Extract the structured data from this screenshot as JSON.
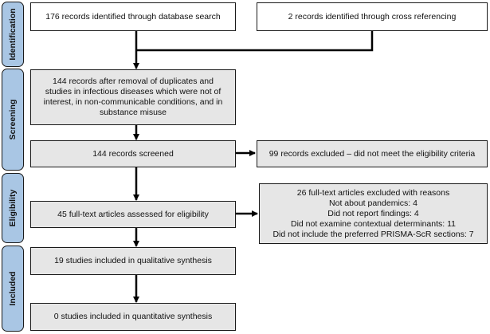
{
  "stages": {
    "identification": "Identification",
    "screening": "Screening",
    "eligibility": "Eligibility",
    "included": "Included"
  },
  "boxes": {
    "db_search": "176 records identified through database search",
    "cross_ref": "2 records identified through cross referencing",
    "after_removal": [
      "144 records after removal of duplicates and",
      "studies in infectious diseases which were not of",
      "interest, in non-communicable conditions, and in",
      "substance misuse"
    ],
    "screened": "144 records screened",
    "excluded": "99 records excluded – did not meet the eligibility criteria",
    "fulltext_assessed": "45 full-text articles assessed for eligibility",
    "fulltext_excluded": [
      "26 full-text articles excluded with reasons",
      "Not about pandemics: 4",
      "Did not report findings: 4",
      "Did not examine contextual determinants: 11",
      "Did not include the preferred PRISMA-ScR sections: 7"
    ],
    "qualitative": "19 studies included in qualitative synthesis",
    "quantitative": "0 studies included in quantitative synthesis"
  },
  "colors": {
    "stage_fill": "#a9c6e4",
    "box_fill": "#e6e6e6",
    "line": "#000000"
  }
}
